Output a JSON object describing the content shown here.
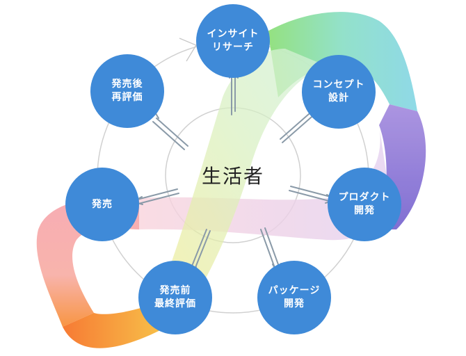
{
  "center": {
    "label": "生活者"
  },
  "nodes": [
    {
      "id": "insight",
      "label": "インサイト\nリサーチ"
    },
    {
      "id": "concept",
      "label": "コンセプト\n設計"
    },
    {
      "id": "product",
      "label": "プロダクト\n開発"
    },
    {
      "id": "package",
      "label": "パッケージ\n開発"
    },
    {
      "id": "prelaunch",
      "label": "発売前\n最終評価"
    },
    {
      "id": "launch",
      "label": "発売"
    },
    {
      "id": "postlaunch",
      "label": "発売後\n再評価"
    }
  ],
  "colors": {
    "node": "#3f8ad8",
    "arrow": "#8a9aa8",
    "ring": "#d0d0d0"
  }
}
